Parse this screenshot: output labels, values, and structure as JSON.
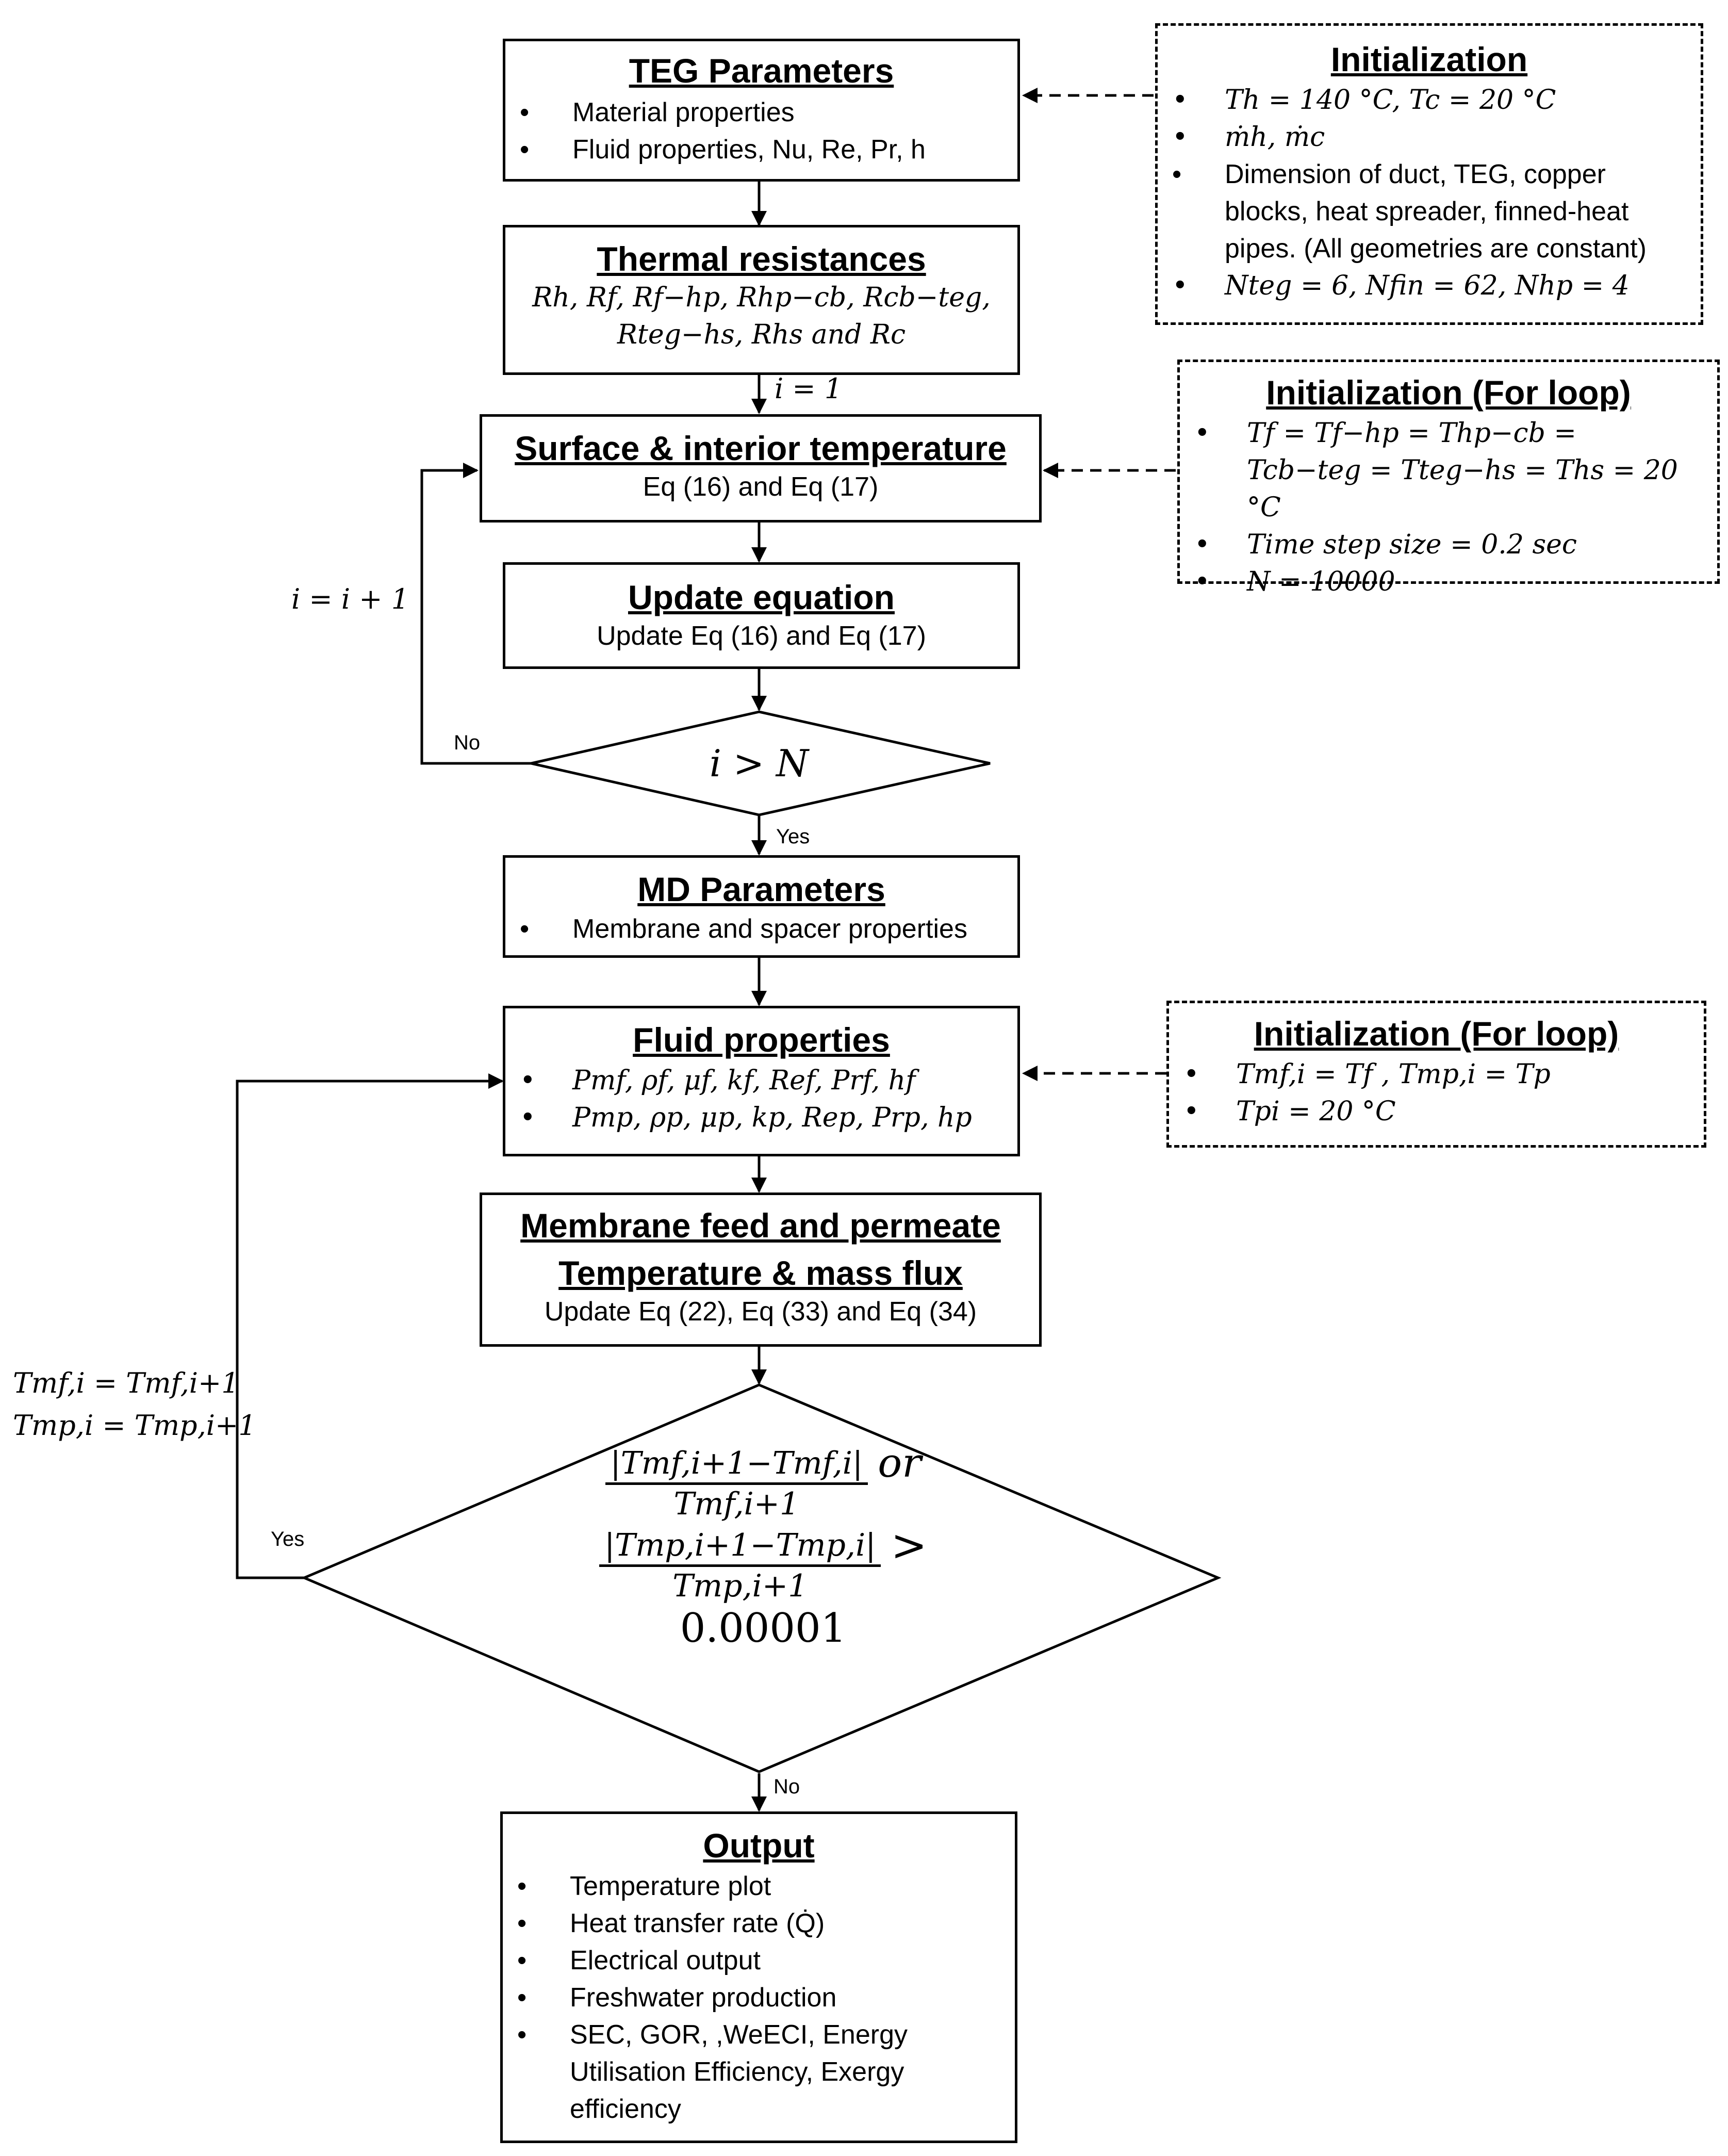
{
  "teg_parameters": {
    "title": "TEG Parameters",
    "items": [
      "Material properties",
      "Fluid properties, Nu, Re, Pr, h"
    ]
  },
  "init1": {
    "title": "Initialization",
    "items": [
      "Th = 140 °C, Tc = 20 °C",
      "ṁh, ṁc",
      "Dimension of duct, TEG, copper blocks, heat spreader, finned-heat pipes. (All geometries are constant)",
      "Nteg = 6, Nfin = 62, Nhp = 4"
    ]
  },
  "thermal_resistances": {
    "title": "Thermal resistances",
    "line1": "Rh, Rf, Rf−hp, Rhp−cb, Rcb−teg,",
    "line2": "Rteg−hs, Rhs and Rc"
  },
  "i_init_label": "i = 1",
  "surface": {
    "title": "Surface & interior temperature",
    "text": "Eq (16) and Eq (17)"
  },
  "init2": {
    "title": "Initialization (For loop)",
    "items": [
      "Tf = Tf−hp = Thp−cb = Tcb−teg = Tteg−hs = Ths = 20 °C",
      "Time step size = 0.2 sec",
      "N = 10000"
    ]
  },
  "update": {
    "title": "Update equation",
    "text": "Update Eq (16) and Eq (17)"
  },
  "loop1_label": "i = i + 1",
  "decision1": {
    "text": "i > N",
    "no_label": "No",
    "yes_label": "Yes"
  },
  "md_parameters": {
    "title": "MD Parameters",
    "items": [
      "Membrane and spacer properties"
    ]
  },
  "fluid": {
    "title": "Fluid properties",
    "items": [
      "Pmf, ρf, μf, kf, Ref, Prf, hf",
      "Pmp, ρp, μp, kp, Rep, Prp, hp"
    ]
  },
  "init3": {
    "title": "Initialization (For loop)",
    "items": [
      "Tmf,i = Tf , Tmp,i = Tp",
      "Tpi = 20 °C"
    ]
  },
  "membrane": {
    "title1": "Membrane feed and permeate",
    "title2": "Temperature & mass flux",
    "text": "Update Eq (22), Eq (33) and Eq (34)"
  },
  "loop2_label": {
    "line1": "Tmf,i = Tmf,i+1",
    "line2": "Tmp,i = Tmp,i+1"
  },
  "decision2": {
    "num1": "|Tmf,i+1−Tmf,i|",
    "den1": "Tmf,i+1",
    "op": "or",
    "num2": "|Tmp,i+1−Tmp,i|",
    "den2": "Tmp,i+1",
    "gt": ">",
    "threshold": "0.00001",
    "yes_label": "Yes",
    "no_label": "No"
  },
  "output": {
    "title": "Output",
    "items": [
      "Temperature plot",
      "Heat transfer rate (Q̇)",
      "Electrical output",
      "Freshwater production",
      "SEC, GOR, ,WeECI, Energy Utilisation Efficiency, Exergy efficiency"
    ]
  }
}
